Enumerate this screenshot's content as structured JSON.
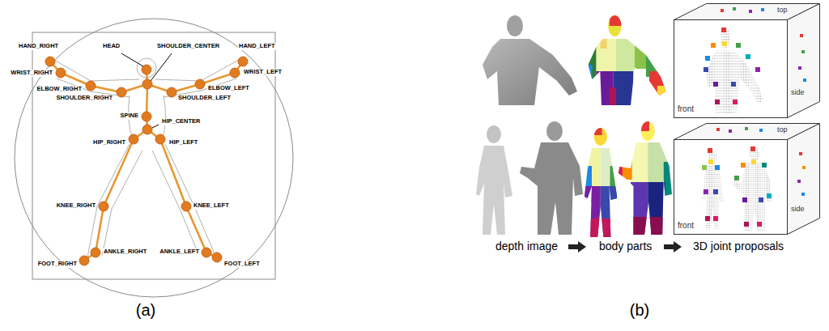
{
  "diagram": {
    "nodes": [
      {
        "text": [
          "top",
          "front",
          "side"
        ]
      },
      {
        "text": [
          "top",
          "front",
          "side"
        ]
      }
    ],
    "labels": [
      "HAND_RIGHT",
      "HEAD",
      "SHOULDER_CENTER",
      "HAND_LEFT",
      "WRIST_RIGHT",
      "WRIST_LEFT",
      "ELBOW_RIGHT",
      "ELBOW_LEFT",
      "SHOULDER_RIGHT",
      "SHOULDER_LEFT",
      "SPINE",
      "HIP_CENTER",
      "HIP_RIGHT",
      "HIP_LEFT",
      "KNEE_RIGHT",
      "KNEE_LEFT",
      "FOOT_RIGHT",
      "ANKLE_RIGHT",
      "ANKLE_LEFT",
      "FOOT_LEFT",
      "depth image",
      "body parts",
      "3D joint proposals",
      "(a)",
      "(b)"
    ]
  }
}
